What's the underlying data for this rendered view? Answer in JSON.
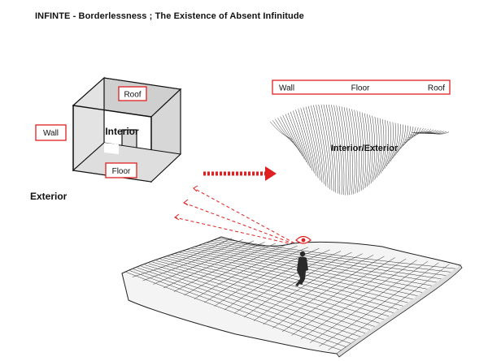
{
  "title": "INFINTE - Borderlessness ; The Existence of Absent Infinitude",
  "cube": {
    "roof": "Roof",
    "wall": "Wall",
    "interior": "Interior",
    "floor": "Floor",
    "exterior": "Exterior"
  },
  "legend": {
    "wall": "Wall",
    "floor": "Floor",
    "roof": "Roof"
  },
  "surface_label": "Interior/Exterior",
  "colors": {
    "accent": "#e02020",
    "line": "#222222",
    "cube_face": "#cfcfcf",
    "cube_side": "#e3e3e3"
  },
  "icons": [
    "eye-icon",
    "human-figure-icon",
    "arrow-right-icon"
  ]
}
